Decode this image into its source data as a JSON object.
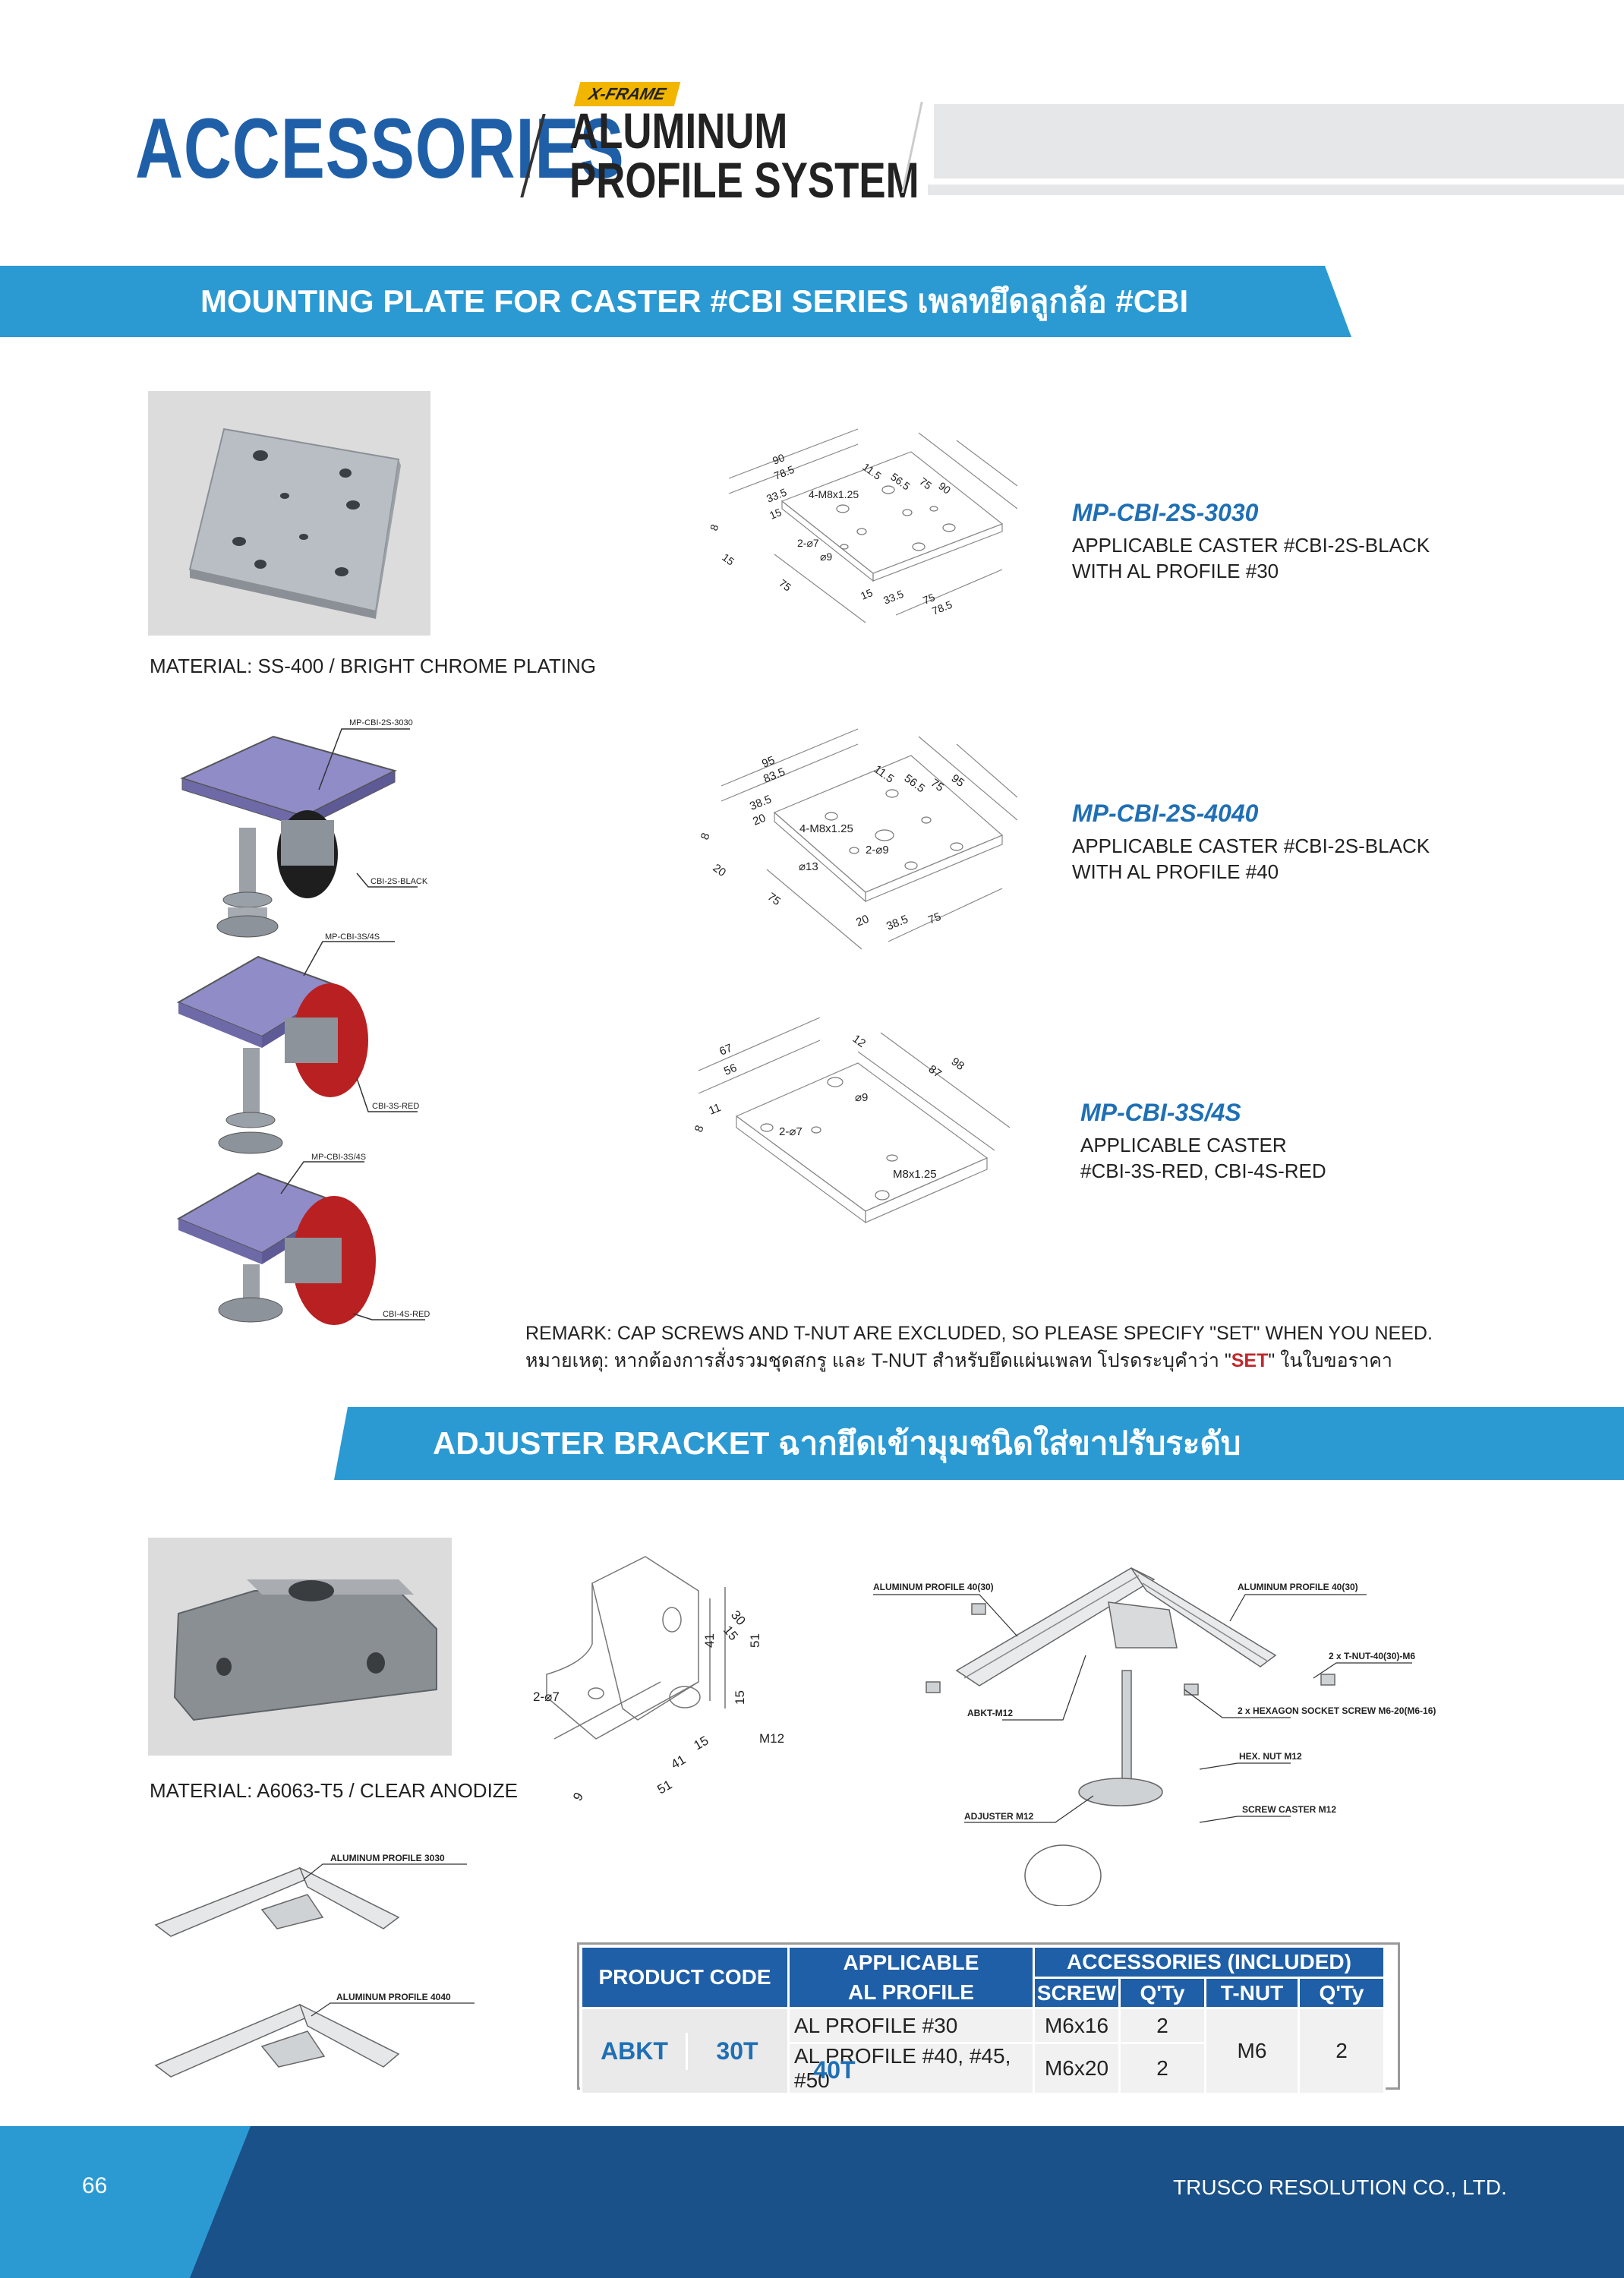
{
  "header": {
    "title": "ACCESSORIES",
    "brand_tag": "X-FRAME",
    "subtitle_line1": "ALUMINUM",
    "subtitle_line2": "PROFILE SYSTEM"
  },
  "section1": {
    "title": "MOUNTING PLATE FOR CASTER #CBI SERIES เพลทยึดลูกล้อ #CBI",
    "material": "MATERIAL: SS-400 / BRIGHT CHROME PLATING",
    "products": [
      {
        "code": "MP-CBI-2S-3030",
        "line1": "APPLICABLE CASTER #CBI-2S-BLACK",
        "line2": "WITH AL PROFILE #30"
      },
      {
        "code": "MP-CBI-2S-4040",
        "line1": "APPLICABLE CASTER #CBI-2S-BLACK",
        "line2": "WITH AL PROFILE #40"
      },
      {
        "code": "MP-CBI-3S/4S",
        "line1": "APPLICABLE CASTER",
        "line2": "#CBI-3S-RED, CBI-4S-RED"
      }
    ],
    "assembly_labels": {
      "a1_plate": "MP-CBI-2S-3030",
      "a1_caster": "CBI-2S-BLACK",
      "a2_plate": "MP-CBI-3S/4S",
      "a2_caster": "CBI-3S-RED",
      "a3_plate": "MP-CBI-3S/4S",
      "a3_caster": "CBI-4S-RED"
    },
    "drawing1": {
      "d90a": "90",
      "d785a": "78.5",
      "d335a": "33.5",
      "d15a": "15",
      "d8": "8",
      "d15b": "15",
      "d75a": "75",
      "d115": "11.5",
      "d565": "56.5",
      "d75b": "75",
      "d90b": "90",
      "thread": "4-M8x1.25",
      "hole2": "2-⌀7",
      "hole9": "⌀9",
      "d15c": "15",
      "d335b": "33.5",
      "d75c": "75",
      "d785b": "78.5"
    },
    "drawing2": {
      "d95a": "95",
      "d835": "83.5",
      "d385a": "38.5",
      "d20a": "20",
      "d8": "8",
      "d20b": "20",
      "d75a": "75",
      "d115": "11.5",
      "d565": "56.5",
      "d75b": "75",
      "d95b": "95",
      "thread": "4-M8x1.25",
      "hole2": "2-⌀9",
      "hole13": "⌀13",
      "d20c": "20",
      "d385b": "38.5",
      "d75c": "75"
    },
    "drawing3": {
      "d67": "67",
      "d56": "56",
      "d11": "11",
      "d8": "8",
      "d12": "12",
      "d87": "87",
      "d98": "98",
      "hole9": "⌀9",
      "hole2": "2-⌀7",
      "thread": "M8x1.25"
    },
    "remark_en": "REMARK: CAP SCREWS AND T-NUT ARE EXCLUDED, SO PLEASE SPECIFY \"SET\" WHEN YOU NEED.",
    "remark_th_a": "หมายเหตุ: หากต้องการสั่งรวมชุดสกรู และ T-NUT สำหรับยึดแผ่นเพลท โปรดระบุคำว่า \"",
    "remark_th_set": "SET",
    "remark_th_b": "\" ในใบขอราคา"
  },
  "section2": {
    "title": "ADJUSTER BRACKET ฉากยึดเข้ามุมชนิดใส่ขาปรับระดับ",
    "material": "MATERIAL: A6063-T5 / CLEAR ANODIZE",
    "bracket_dims": {
      "d30": "30",
      "d15a": "15",
      "d41a": "41",
      "d51a": "51",
      "hole": "2-⌀7",
      "d15b": "15",
      "m12": "M12",
      "d15c": "15",
      "d41b": "41",
      "d51b": "51",
      "d9": "9"
    },
    "assembly": {
      "profile_left": "ALUMINUM PROFILE 40(30)",
      "profile_right": "ALUMINUM PROFILE 40(30)",
      "tnut": "2 x T-NUT-40(30)-M6",
      "abkt": "ABKT-M12",
      "screw": "2 x HEXAGON SOCKET SCREW M6-20(M6-16)",
      "hexnut": "HEX. NUT M12",
      "caster": "SCREW CASTER M12",
      "adjuster": "ADJUSTER M12"
    },
    "profile_labels": {
      "p3030": "ALUMINUM PROFILE 3030",
      "p4040": "ALUMINUM PROFILE 4040"
    },
    "table": {
      "h_code": "PRODUCT CODE",
      "h_app1": "APPLICABLE",
      "h_app2": "AL PROFILE",
      "h_acc": "ACCESSORIES (INCLUDED)",
      "h_screw": "SCREW",
      "h_qty1": "Q'Ty",
      "h_tnut": "T-NUT",
      "h_qty2": "Q'Ty",
      "code": "ABKT",
      "rows": [
        {
          "suffix": "30T",
          "profile": "AL PROFILE #30",
          "screw": "M6x16",
          "qty": "2"
        },
        {
          "suffix": "40T",
          "profile": "AL PROFILE #40, #45, #50",
          "screw": "M6x20",
          "qty": "2"
        }
      ],
      "tnut": "M6",
      "tnut_qty": "2"
    }
  },
  "footer": {
    "page": "66",
    "company": "TRUSCO RESOLUTION CO., LTD."
  }
}
